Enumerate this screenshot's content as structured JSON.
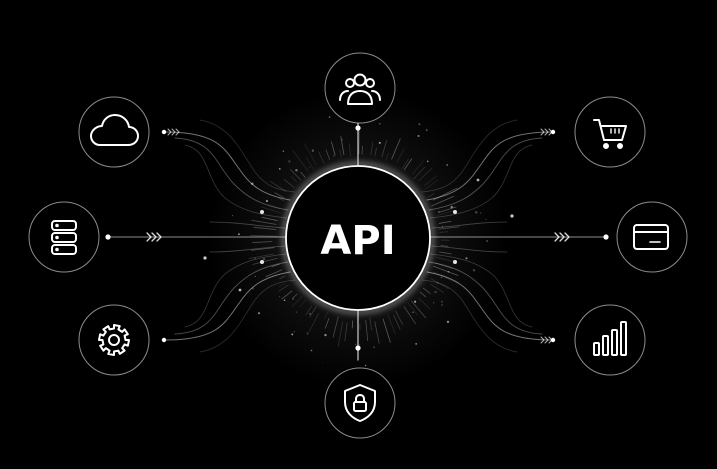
{
  "hub": {
    "label": "API"
  },
  "nodes": [
    {
      "id": "users",
      "icon": "users-icon"
    },
    {
      "id": "cloud",
      "icon": "cloud-icon"
    },
    {
      "id": "database",
      "icon": "database-icon"
    },
    {
      "id": "settings",
      "icon": "gear-icon"
    },
    {
      "id": "security",
      "icon": "shield-lock-icon"
    },
    {
      "id": "cart",
      "icon": "shopping-cart-icon"
    },
    {
      "id": "payment",
      "icon": "credit-card-icon"
    },
    {
      "id": "analytics",
      "icon": "bar-chart-icon"
    }
  ],
  "colors": {
    "background": "#000000",
    "line": "#ffffff",
    "glow": "#ffffff"
  }
}
